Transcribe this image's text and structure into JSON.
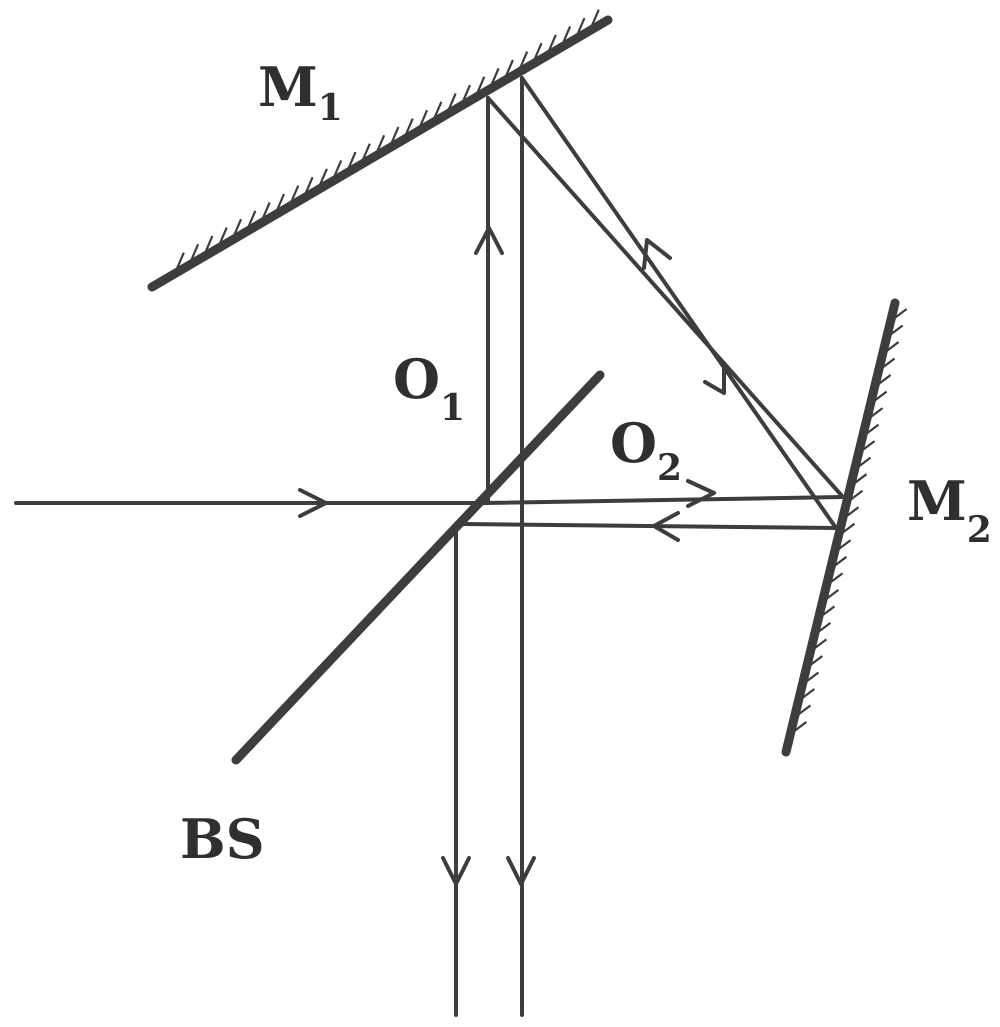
{
  "labels": {
    "m1": {
      "main": "M",
      "sub": "1"
    },
    "m2": {
      "main": "M",
      "sub": "2"
    },
    "o1": {
      "main": "O",
      "sub": "1"
    },
    "o2": {
      "main": "O",
      "sub": "2"
    },
    "bs": "BS"
  },
  "colors": {
    "stroke": "#3d3d3d",
    "text": "#2f2f2f",
    "background": "#ffffff"
  }
}
